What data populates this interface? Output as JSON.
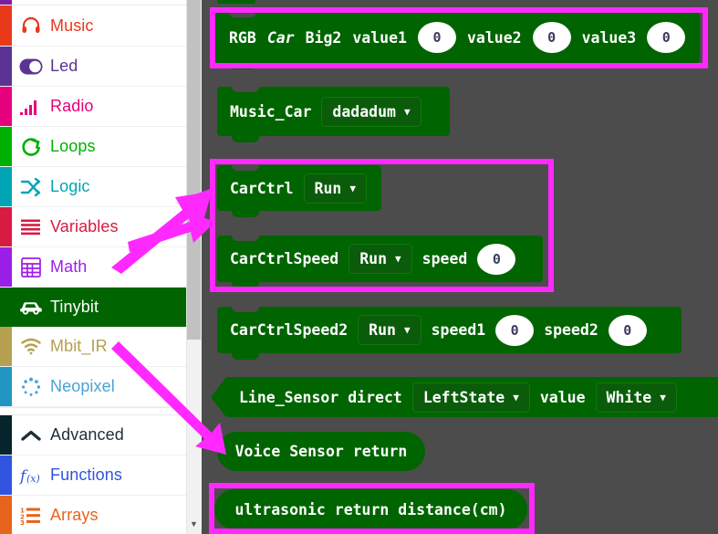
{
  "sidebar": {
    "items": [
      {
        "label": "",
        "icon": "partial-row-icon",
        "swatch": "#7b1fa2",
        "text_color": "#7b1fa2",
        "partial": true
      },
      {
        "label": "Music",
        "icon": "headphones-icon",
        "swatch": "#e8391b",
        "text_color": "#e8391b"
      },
      {
        "label": "Led",
        "icon": "toggle-on-icon",
        "swatch": "#5b3392",
        "text_color": "#5b3392"
      },
      {
        "label": "Radio",
        "icon": "signal-bars-icon",
        "swatch": "#e6007e",
        "text_color": "#e6007e"
      },
      {
        "label": "Loops",
        "icon": "refresh-loop-icon",
        "swatch": "#00b000",
        "text_color": "#00b000"
      },
      {
        "label": "Logic",
        "icon": "shuffle-arrows-icon",
        "swatch": "#00a5b5",
        "text_color": "#00a5b5"
      },
      {
        "label": "Variables",
        "icon": "list-lines-icon",
        "swatch": "#d81b43",
        "text_color": "#d81b43"
      },
      {
        "label": "Math",
        "icon": "calculator-icon",
        "swatch": "#9b1ee8",
        "text_color": "#9b1ee8"
      },
      {
        "label": "Tinybit",
        "icon": "car-icon",
        "swatch": "#006400",
        "text_color": "#ffffff",
        "selected": true
      },
      {
        "label": "Mbit_IR",
        "icon": "wifi-waves-icon",
        "swatch": "#b5a050",
        "text_color": "#b5a050"
      },
      {
        "label": "Neopixel",
        "icon": "dots-circle-icon",
        "swatch": "#2196c4",
        "text_color": "#4aa3d4"
      }
    ],
    "advanced_items": [
      {
        "label": "Advanced",
        "icon": "chevron-up-icon",
        "swatch": "#06242b",
        "text_color": "#1f2d35"
      },
      {
        "label": "Functions",
        "icon": "function-fx-icon",
        "swatch": "#3054e0",
        "text_color": "#3054e0"
      },
      {
        "label": "Arrays",
        "icon": "numbered-list-icon",
        "swatch": "#e8631b",
        "text_color": "#e8631b"
      }
    ],
    "scrollbar": {
      "down_arrow": "▼"
    }
  },
  "canvas": {
    "blocks": [
      {
        "id": "rgb-car-big2",
        "name": "RGB Car Big2",
        "parts": [
          {
            "type": "text",
            "value": "RGB"
          },
          {
            "type": "text-italic",
            "value": "Car"
          },
          {
            "type": "text",
            "value": "Big2"
          },
          {
            "type": "text",
            "value": "value1"
          },
          {
            "type": "number",
            "value": "0"
          },
          {
            "type": "text",
            "value": "value2"
          },
          {
            "type": "number",
            "value": "0"
          },
          {
            "type": "text",
            "value": "value3"
          },
          {
            "type": "number",
            "value": "0"
          }
        ],
        "highlighted": true
      },
      {
        "id": "music-car",
        "name": "Music_Car",
        "parts": [
          {
            "type": "text",
            "value": "Music_Car"
          },
          {
            "type": "dropdown",
            "value": "dadadum"
          }
        ],
        "highlighted": false
      },
      {
        "id": "car-ctrl",
        "name": "CarCtrl",
        "parts": [
          {
            "type": "text",
            "value": "CarCtrl"
          },
          {
            "type": "dropdown",
            "value": "Run"
          }
        ],
        "highlighted": true
      },
      {
        "id": "car-ctrl-speed",
        "name": "CarCtrlSpeed",
        "parts": [
          {
            "type": "text",
            "value": "CarCtrlSpeed"
          },
          {
            "type": "dropdown",
            "value": "Run"
          },
          {
            "type": "text",
            "value": "speed"
          },
          {
            "type": "number",
            "value": "0"
          }
        ],
        "highlighted": true
      },
      {
        "id": "car-ctrl-speed2",
        "name": "CarCtrlSpeed2",
        "parts": [
          {
            "type": "text",
            "value": "CarCtrlSpeed2"
          },
          {
            "type": "dropdown",
            "value": "Run"
          },
          {
            "type": "text",
            "value": "speed1"
          },
          {
            "type": "number",
            "value": "0"
          },
          {
            "type": "text",
            "value": "speed2"
          },
          {
            "type": "number",
            "value": "0"
          }
        ],
        "highlighted": false
      },
      {
        "id": "line-sensor",
        "name": "Line_Sensor",
        "parts": [
          {
            "type": "text",
            "value": "Line_Sensor direct"
          },
          {
            "type": "dropdown",
            "value": "LeftState"
          },
          {
            "type": "text",
            "value": "value"
          },
          {
            "type": "dropdown",
            "value": "White"
          }
        ],
        "highlighted": false
      },
      {
        "id": "voice-sensor",
        "name": "Voice Sensor return",
        "parts": [
          {
            "type": "text",
            "value": "Voice Sensor return"
          }
        ],
        "highlighted": false
      },
      {
        "id": "ultrasonic",
        "name": "ultrasonic return distance(cm)",
        "parts": [
          {
            "type": "text",
            "value": "ultrasonic return distance(cm)"
          }
        ],
        "highlighted": true
      }
    ]
  },
  "annotations": {
    "highlight_color": "#ff29ff",
    "arrow_color": "#ff29ff",
    "arrow_count": 3,
    "boxes": [
      {
        "target": "rgb-car-big2"
      },
      {
        "target": "car-ctrl-group"
      },
      {
        "target": "tinybit-sidebar-item"
      },
      {
        "target": "ultrasonic"
      }
    ]
  },
  "colors": {
    "canvas_background": "#4c4c4c",
    "block_green": "#006400",
    "field_green": "#0a5c0a",
    "sidebar_background": "#ffffff",
    "scrollbar_thumb": "#c1c1c1",
    "scrollbar_track": "#f1f1f1"
  }
}
